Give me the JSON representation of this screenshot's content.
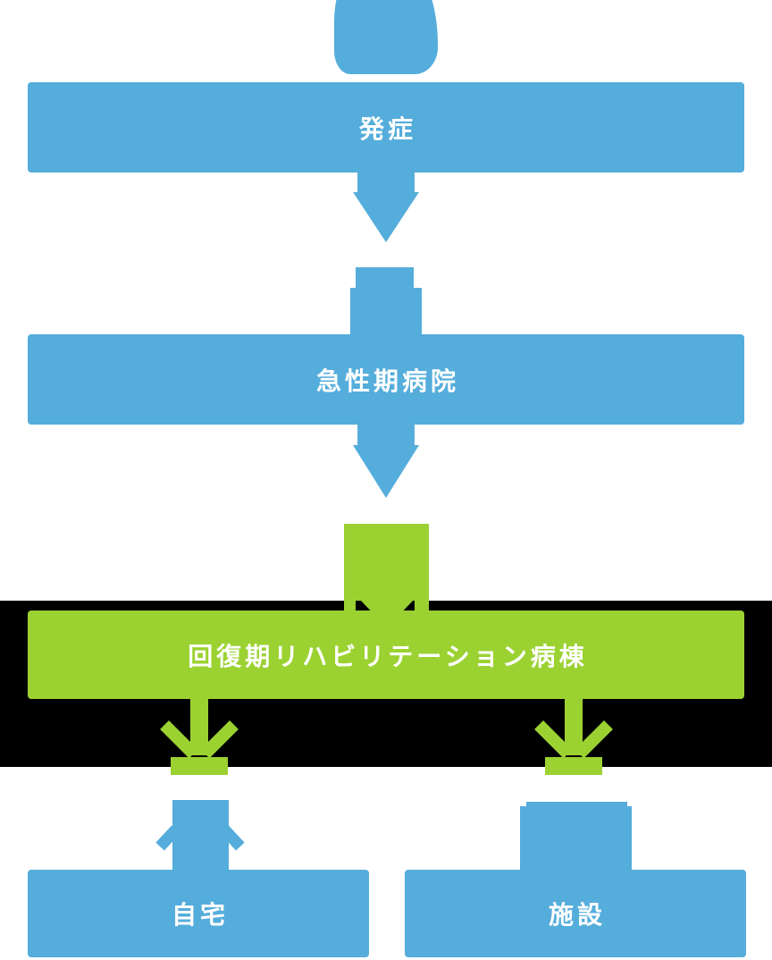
{
  "diagram": {
    "type": "patient-flow-diagram",
    "colors": {
      "blue": "#55ADDB",
      "green": "#9BD232",
      "dark_band": "#000000",
      "label_text": "#FFFFFF",
      "background": "#FFFFFF"
    },
    "stages": [
      {
        "id": "onset",
        "label": "発症",
        "color": "#55ADDB",
        "icon": "person-icon"
      },
      {
        "id": "acute-hospital",
        "label": "急性期病院",
        "color": "#55ADDB",
        "icon": "hospital-building-icon"
      },
      {
        "id": "rehab-ward",
        "label": "回復期リハビリテーション病棟",
        "color": "#9BD232",
        "icon": "rehab-icon"
      },
      {
        "id": "home",
        "label": "自宅",
        "color": "#55ADDB",
        "icon": "house-icon"
      },
      {
        "id": "facility",
        "label": "施設",
        "color": "#55ADDB",
        "icon": "facility-building-icon"
      }
    ],
    "connectors": [
      {
        "from": "onset",
        "to": "acute-hospital",
        "style": "fat-down-arrow",
        "color": "#55ADDB"
      },
      {
        "from": "acute-hospital",
        "to": "rehab-ward",
        "style": "fat-down-arrow",
        "color": "#55ADDB"
      },
      {
        "from": "rehab-ward",
        "to": "home",
        "style": "crows-foot-down-arrow",
        "color": "#9BD232"
      },
      {
        "from": "rehab-ward",
        "to": "facility",
        "style": "crows-foot-down-arrow",
        "color": "#9BD232"
      }
    ]
  }
}
